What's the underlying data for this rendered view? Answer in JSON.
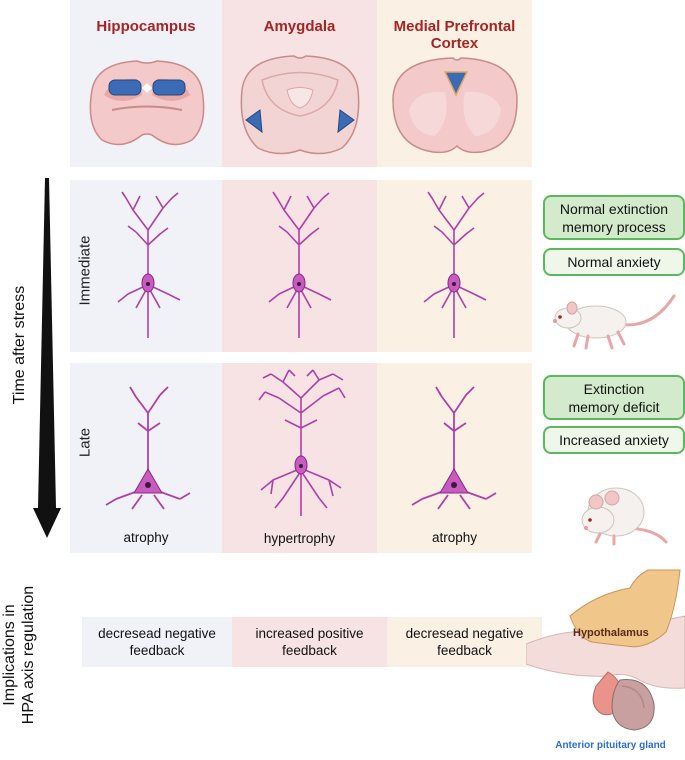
{
  "regions": {
    "hippocampus": "Hippocampus",
    "amygdala": "Amygdala",
    "mpfc_line1": "Medial Prefrontal",
    "mpfc_line2": "Cortex"
  },
  "axis": {
    "time_label": "Time after stress",
    "implications_line1": "Implications in",
    "implications_line2": "HPA axis regulation"
  },
  "rows": {
    "immediate": "Immediate",
    "late": "Late"
  },
  "late_captions": {
    "hippocampus": "atrophy",
    "amygdala": "hypertrophy",
    "mpfc": "atrophy"
  },
  "outcomes_immediate": {
    "box1_line1": "Normal extinction",
    "box1_line2": "memory process",
    "box2": "Normal anxiety"
  },
  "outcomes_late": {
    "box1_line1": "Extinction",
    "box1_line2": "memory deficit",
    "box2": "Increased anxiety"
  },
  "feedback": {
    "hippocampus_line1": "decresead negative",
    "hippocampus_line2": "feedback",
    "amygdala_line1": "increased positive",
    "amygdala_line2": "feedback",
    "mpfc_line1": "decresead negative",
    "mpfc_line2": "feedback"
  },
  "anatomy": {
    "hypothalamus": "Hypothalamus",
    "pituitary": "Anterior pituitary gland"
  },
  "colors": {
    "region_title": "#a52525",
    "hippocampus_bg": "#f1f2f8",
    "amygdala_bg": "#f7e3e3",
    "mpfc_bg": "#faf0e4",
    "neuron": "#b040a8",
    "outcome_border": "#5cb85c",
    "pituitary_label": "#2a6fd1"
  }
}
